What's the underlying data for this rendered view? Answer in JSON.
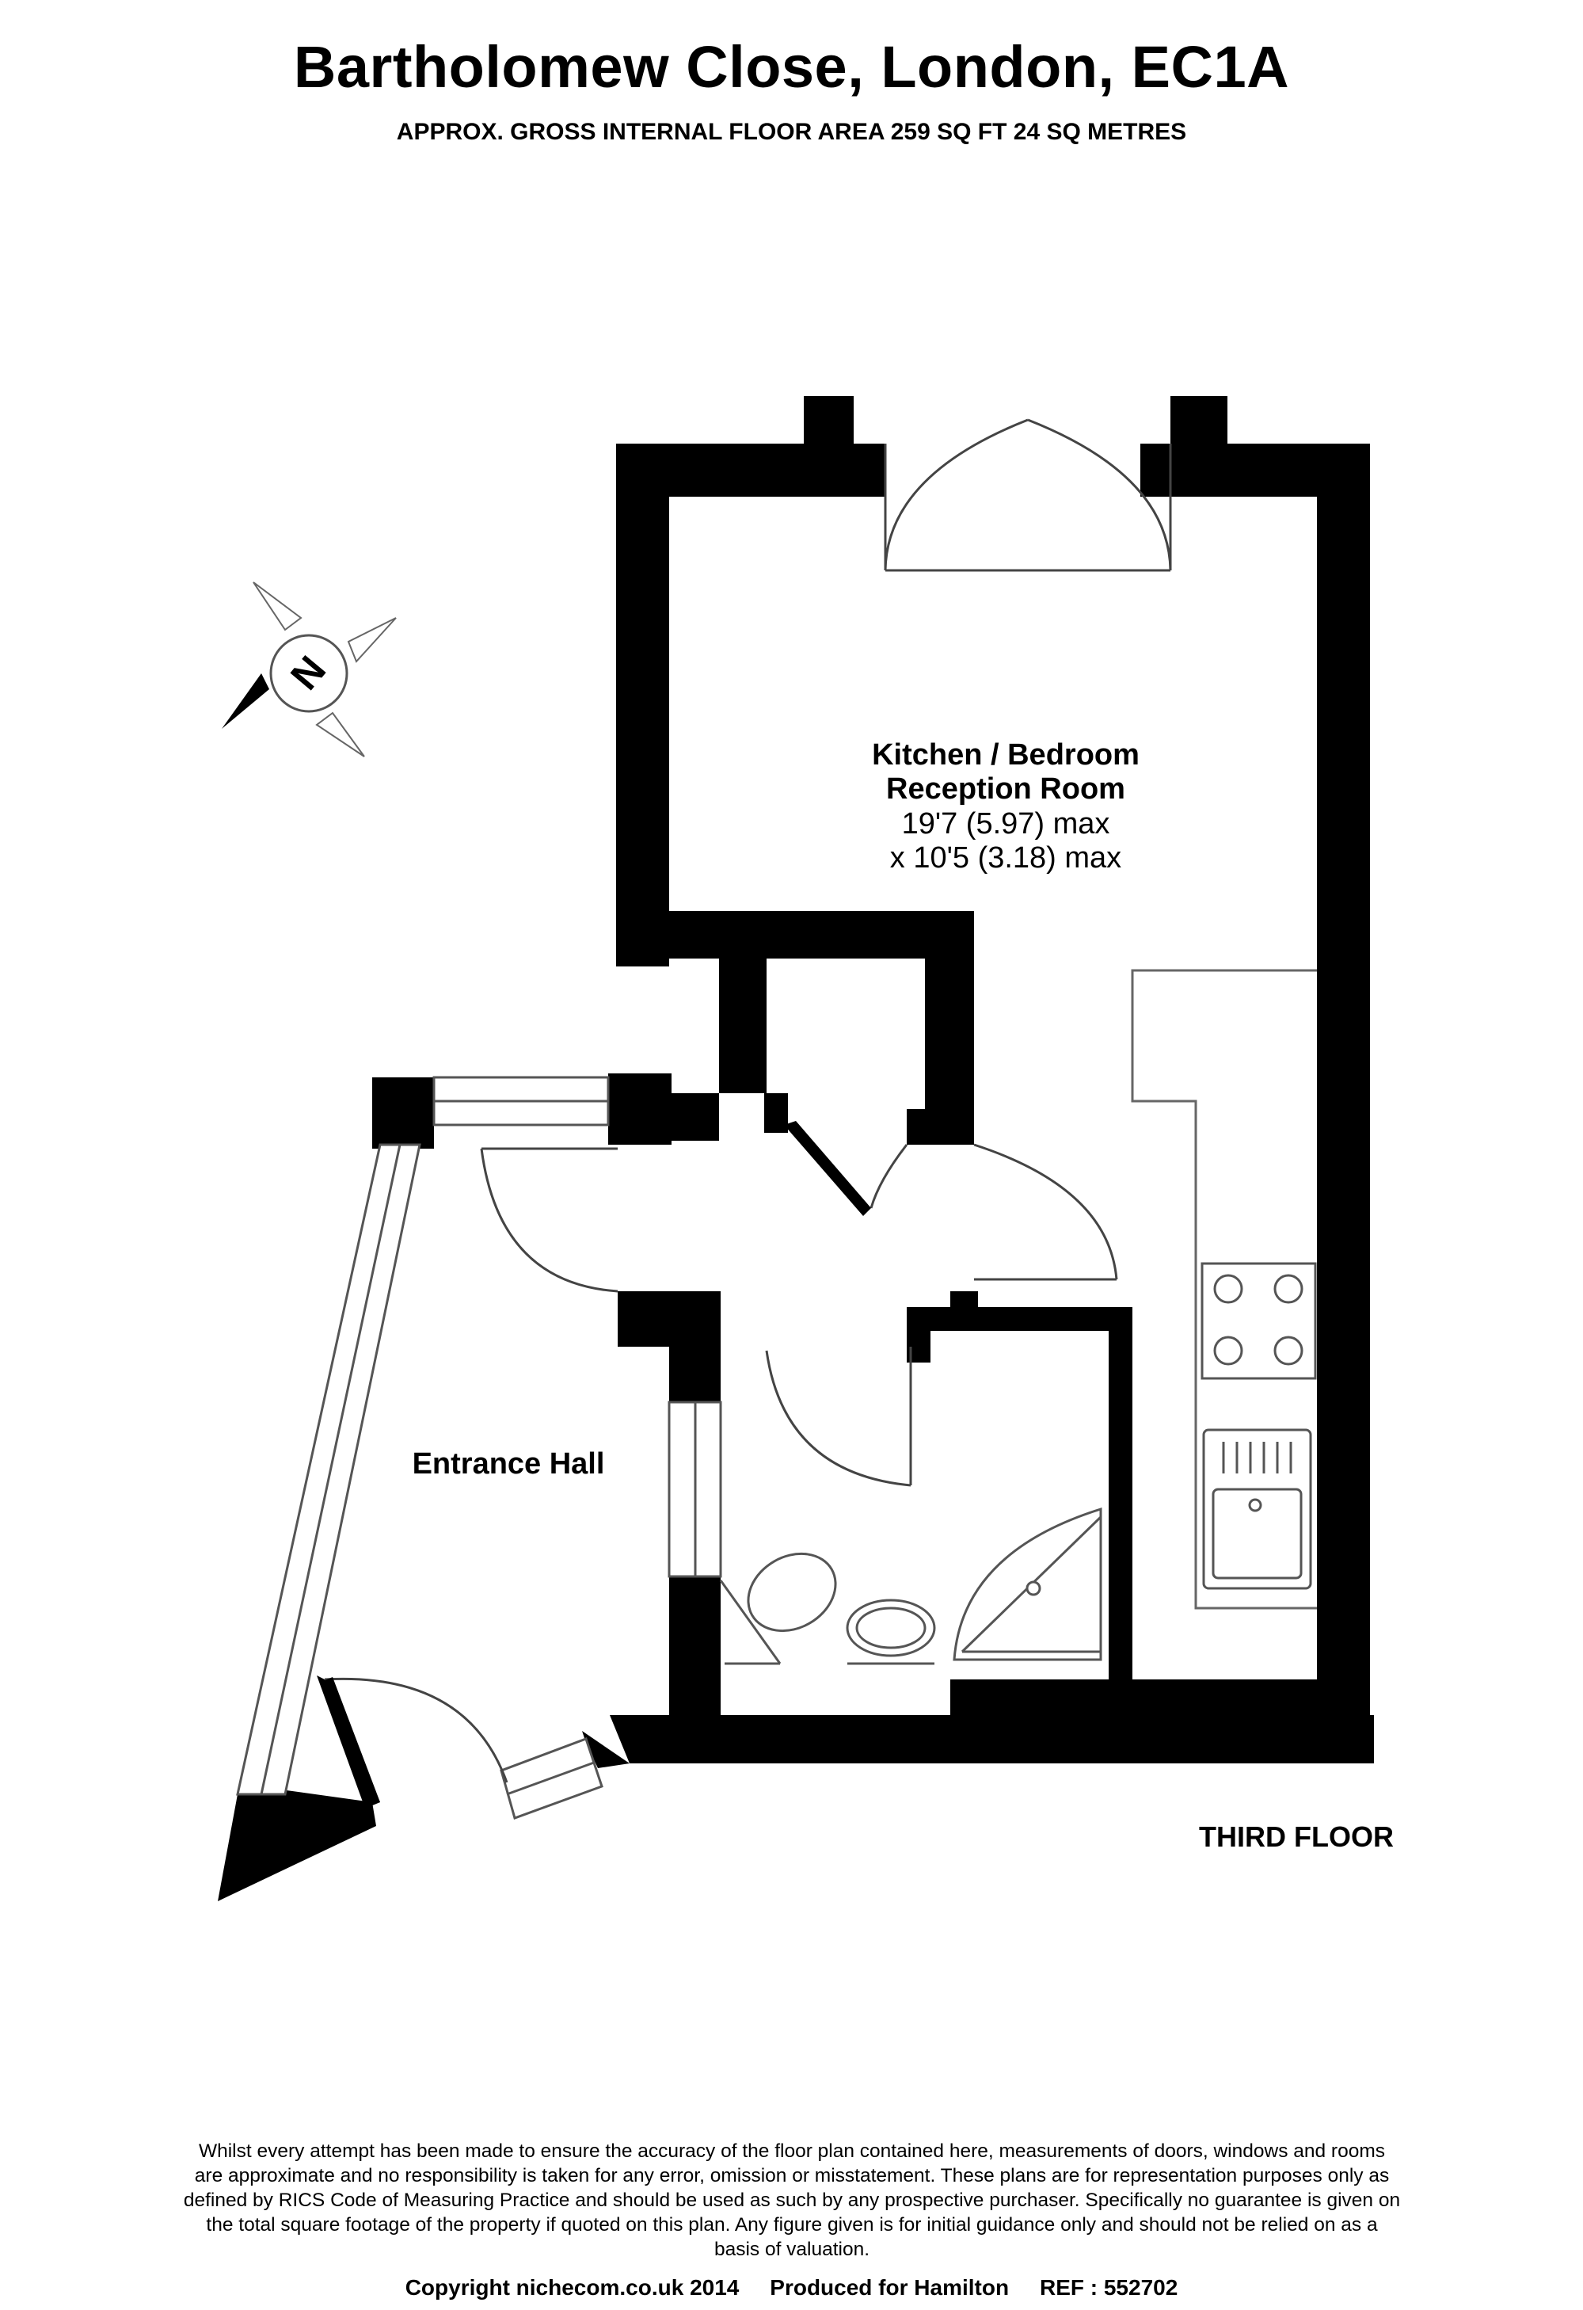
{
  "header": {
    "title": "Bartholomew Close, London, EC1A",
    "subtitle": "APPROX. GROSS INTERNAL FLOOR AREA 259 SQ FT 24 SQ METRES"
  },
  "compass": {
    "letter": "N",
    "icon": "compass-rose-icon"
  },
  "rooms": {
    "kitchen": {
      "name_line1": "Kitchen / Bedroom",
      "name_line2": "Reception Room",
      "dim_line1": "19'7 (5.97) max",
      "dim_line2": "x 10'5 (3.18) max"
    },
    "entrance": {
      "name": "Entrance Hall"
    }
  },
  "floor_label": "THIRD FLOOR",
  "disclaimer": "Whilst every attempt has been made to ensure the accuracy of the floor plan contained here, measurements of doors, windows and rooms are approximate and no responsibility is taken for any error, omission or misstatement. These plans are for representation purposes only as defined by RICS Code of Measuring Practice and should be used as such by any prospective purchaser. Specifically no guarantee is given on the total square footage of the property if quoted on this plan. Any figure given is for initial guidance only and should not be relied on as a basis of valuation.",
  "footer": {
    "copyright": "Copyright nichecom.co.uk 2014",
    "produced_for": "Produced for Hamilton",
    "reference": "REF : 552702"
  },
  "colors": {
    "wall": "#000000",
    "fixture_stroke": "#555555",
    "background": "#ffffff"
  }
}
